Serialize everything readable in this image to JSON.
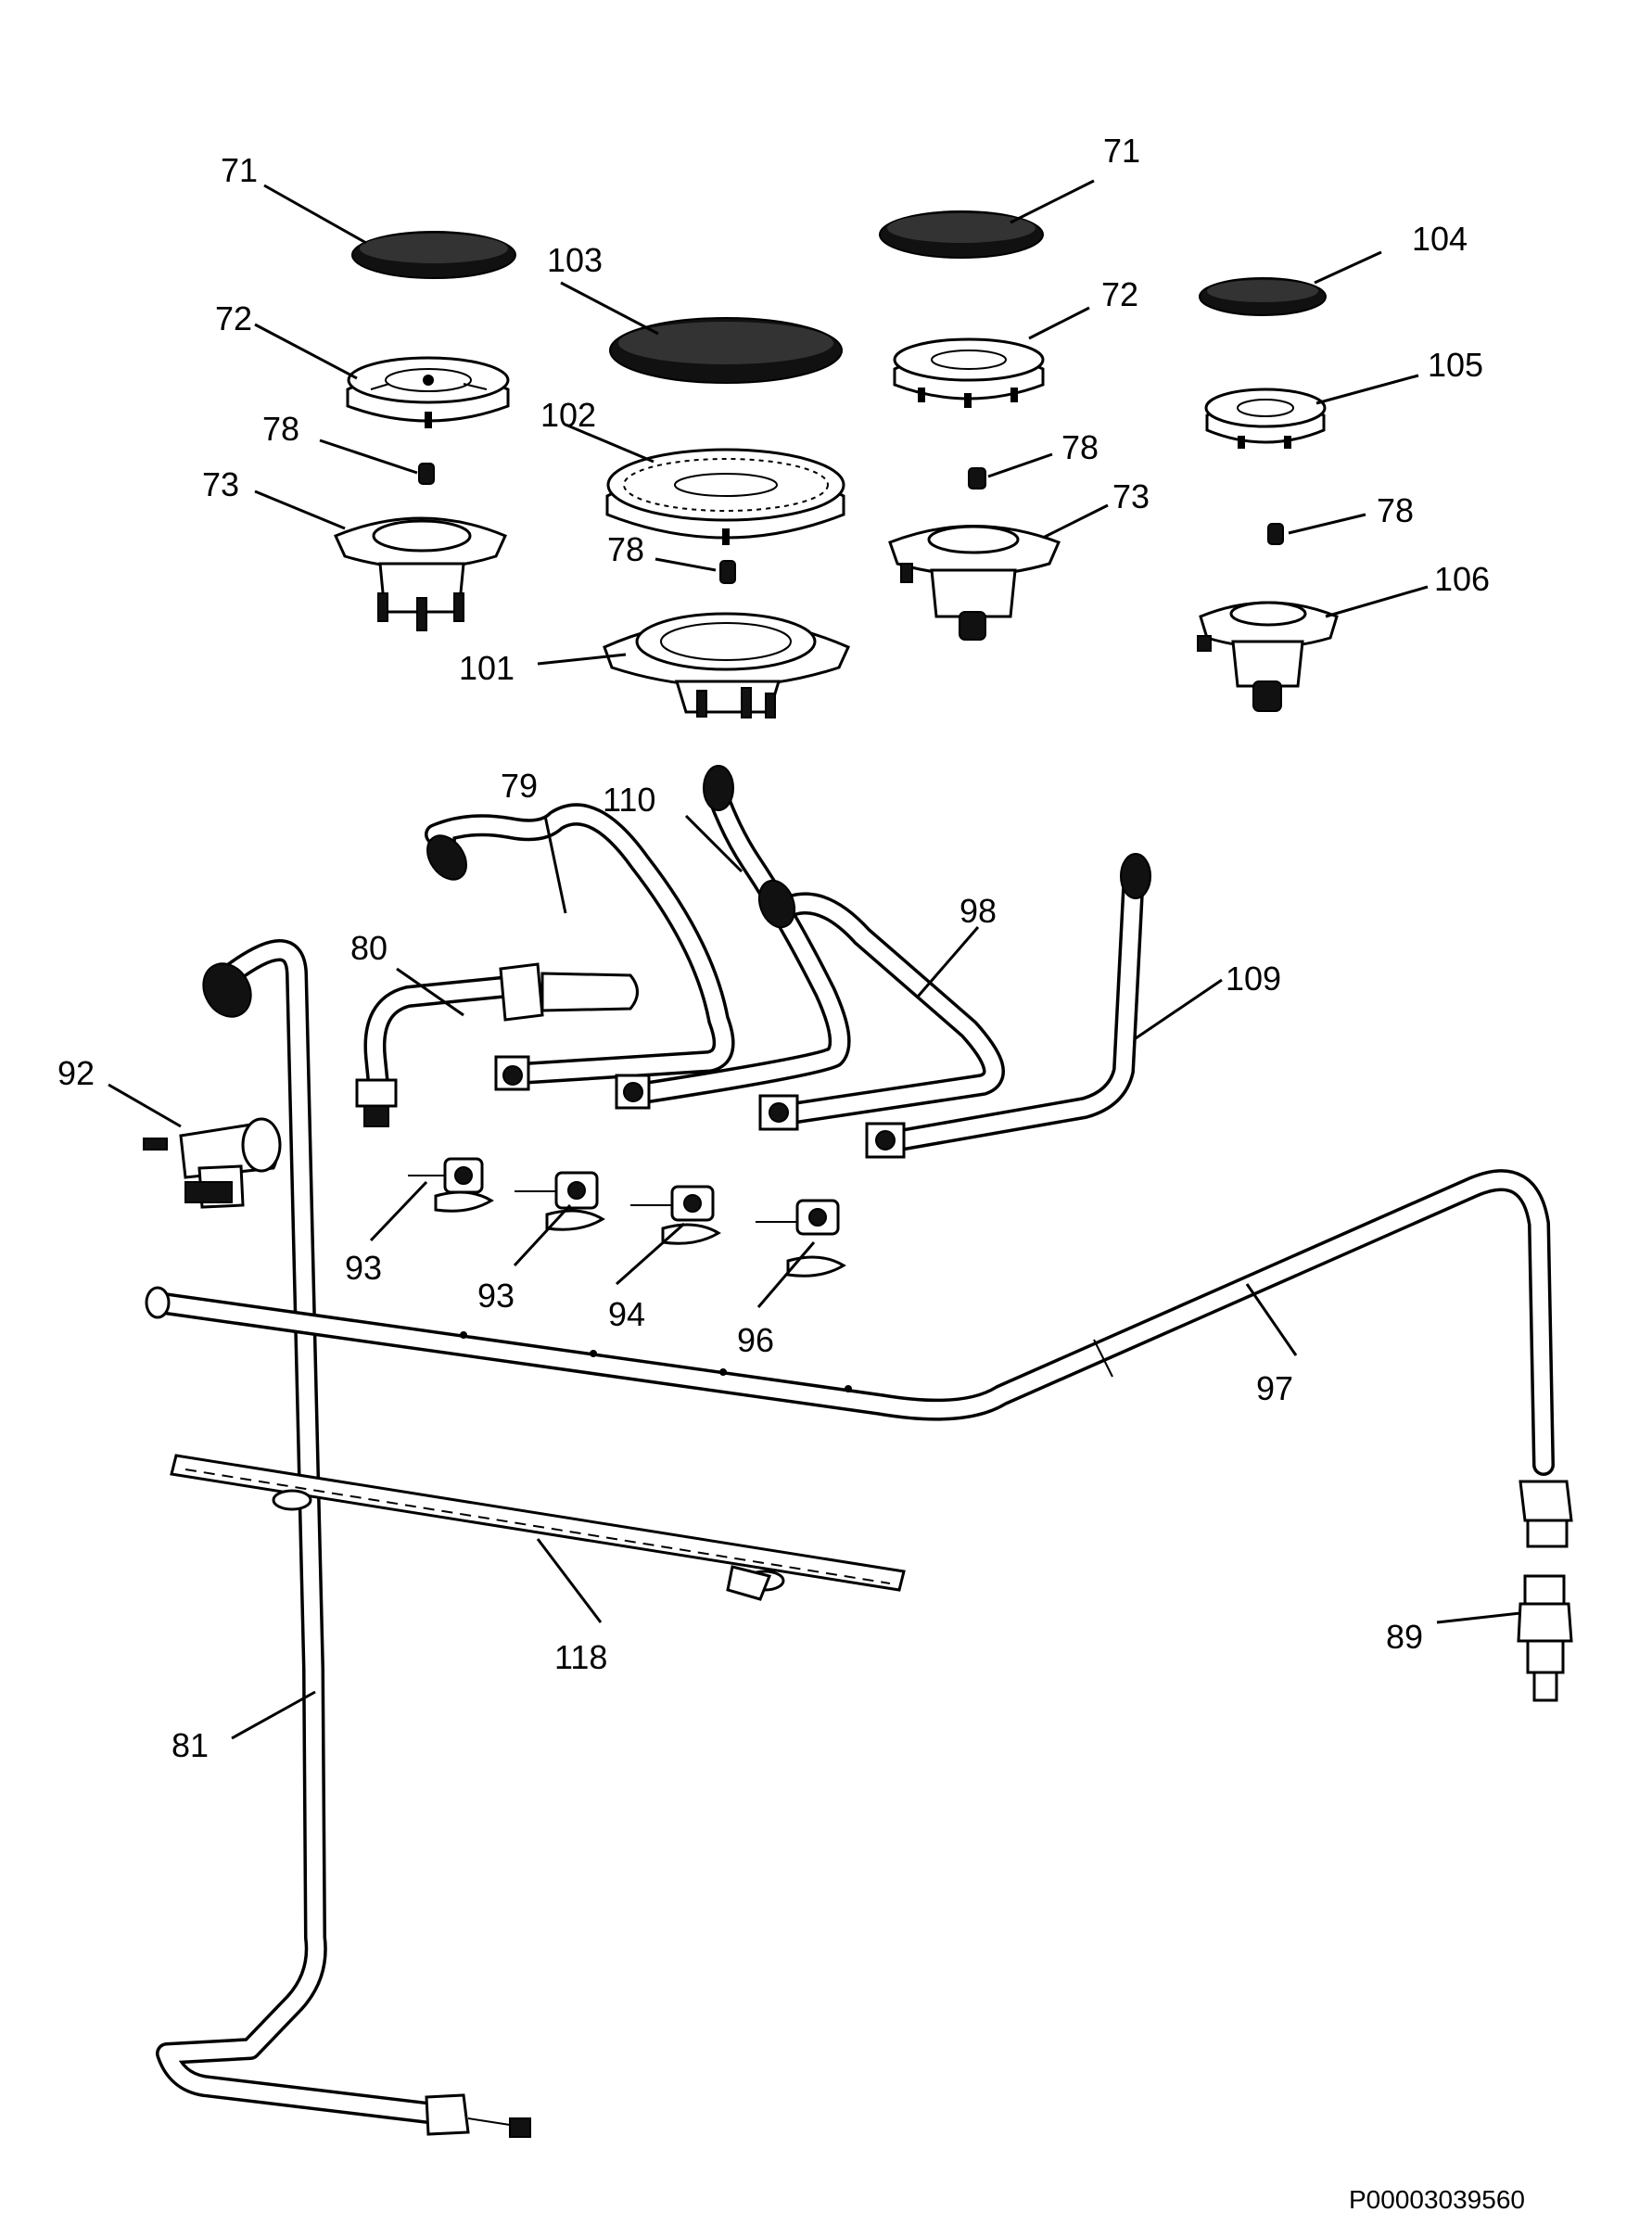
{
  "document_id": "P00003039560",
  "callouts": [
    "71",
    "103",
    "72",
    "78",
    "73",
    "102",
    "101",
    "71",
    "72",
    "78",
    "73",
    "104",
    "105",
    "78",
    "106",
    "79",
    "110",
    "98",
    "80",
    "109",
    "92",
    "93",
    "93",
    "94",
    "96",
    "97",
    "118",
    "89",
    "81",
    "78"
  ],
  "icons": {
    "burner_cap": "burner-cap-icon",
    "burner_crown": "burner-crown-icon",
    "burner_base": "burner-base-icon",
    "injector": "injector-icon",
    "gas_pipe": "gas-pipe-icon",
    "gas_tap": "gas-tap-icon",
    "ignition_switch": "ignition-switch-icon"
  }
}
